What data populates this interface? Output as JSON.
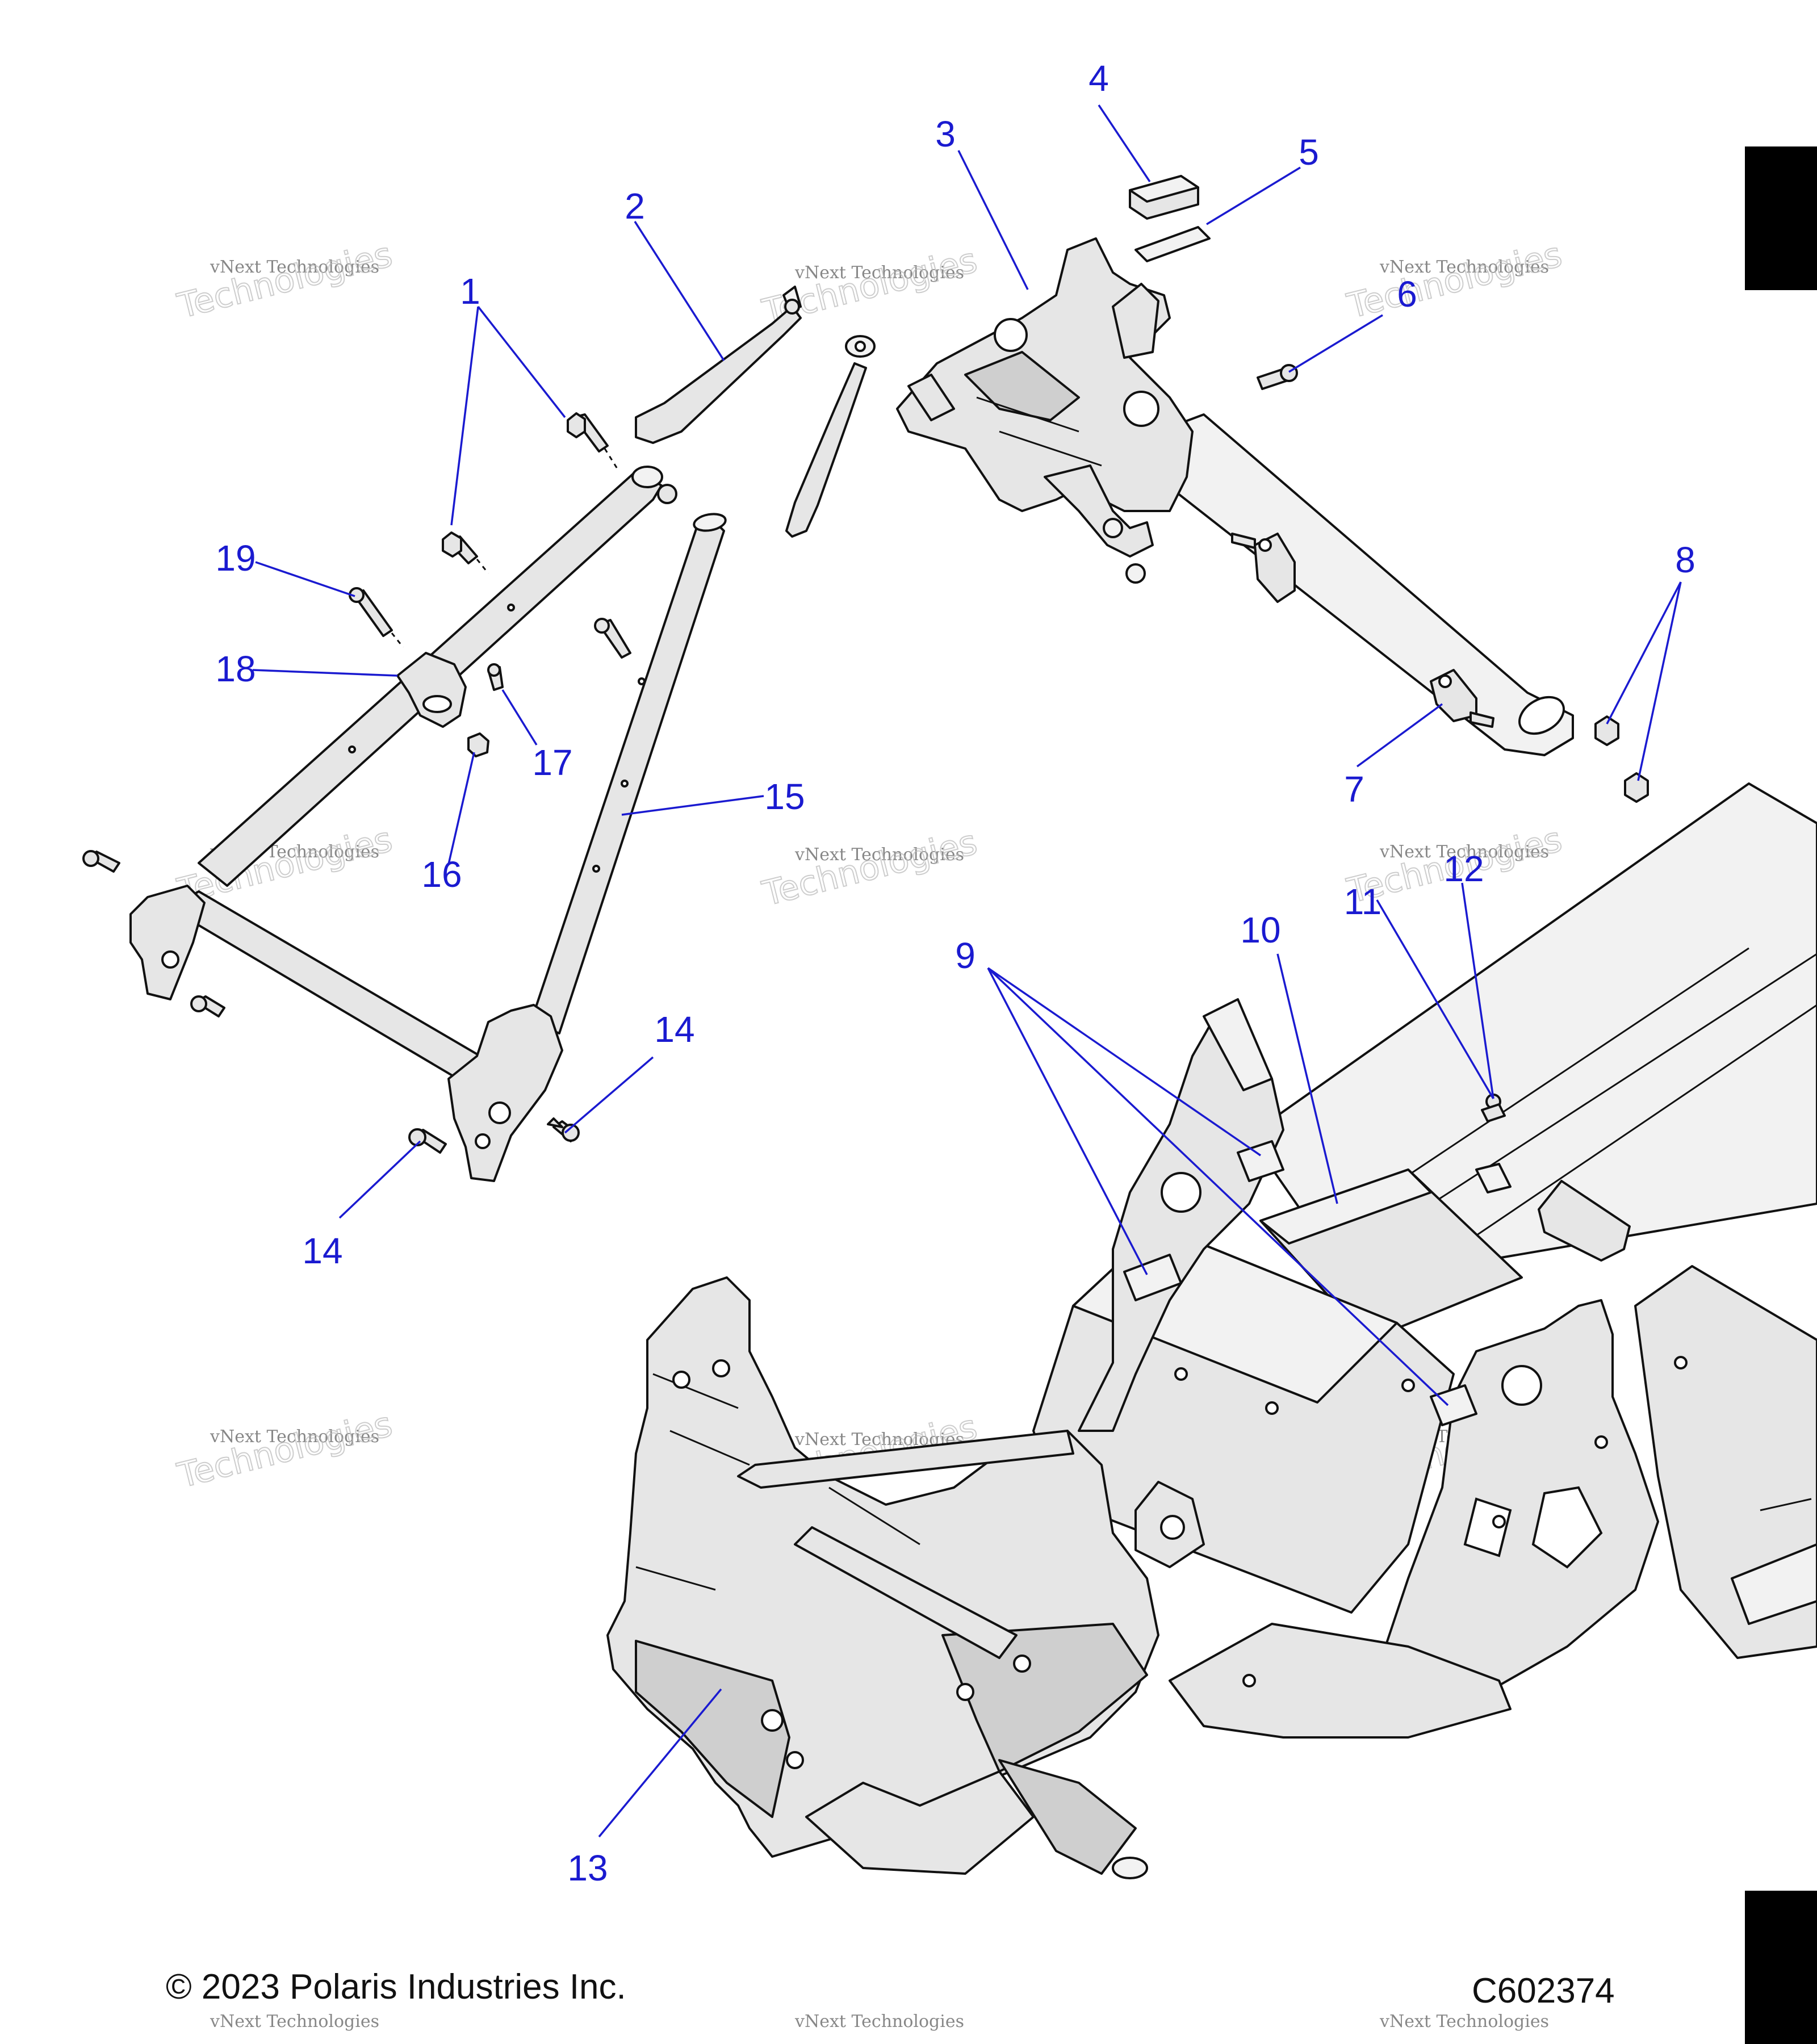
{
  "diagram": {
    "callouts": [
      {
        "id": "1",
        "label": "1"
      },
      {
        "id": "2",
        "label": "2"
      },
      {
        "id": "3",
        "label": "3"
      },
      {
        "id": "4",
        "label": "4"
      },
      {
        "id": "5",
        "label": "5"
      },
      {
        "id": "6",
        "label": "6"
      },
      {
        "id": "7",
        "label": "7"
      },
      {
        "id": "8",
        "label": "8"
      },
      {
        "id": "9",
        "label": "9"
      },
      {
        "id": "10",
        "label": "10"
      },
      {
        "id": "11",
        "label": "11"
      },
      {
        "id": "12",
        "label": "12"
      },
      {
        "id": "13",
        "label": "13"
      },
      {
        "id": "14a",
        "label": "14"
      },
      {
        "id": "14b",
        "label": "14"
      },
      {
        "id": "15",
        "label": "15"
      },
      {
        "id": "16",
        "label": "16"
      },
      {
        "id": "17",
        "label": "17"
      },
      {
        "id": "18",
        "label": "18"
      },
      {
        "id": "19",
        "label": "19"
      }
    ],
    "footer": {
      "copyright": "© 2023 Polaris Industries Inc.",
      "diagram_id": "C602374"
    },
    "watermark": {
      "line1": "vNext Technologies",
      "line2": "Technologies"
    },
    "colors": {
      "callout": "#1a1ad0",
      "part_fill": "#e6e6e6",
      "outline": "#111111"
    }
  }
}
